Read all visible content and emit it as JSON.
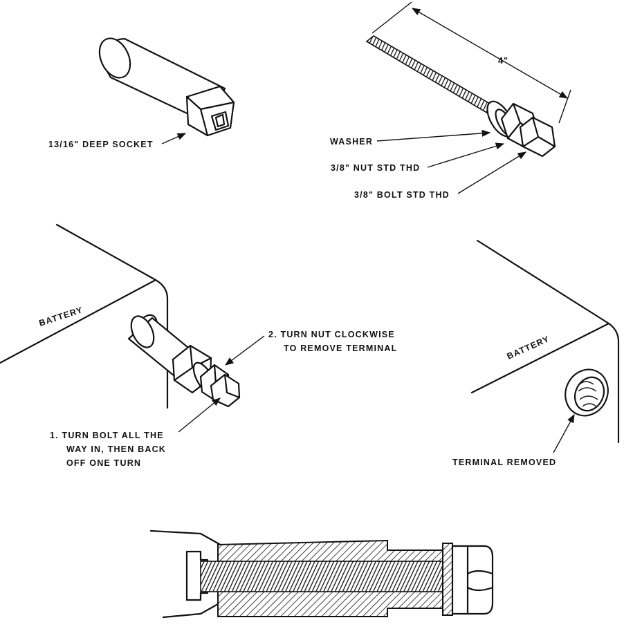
{
  "labels": {
    "socket": "13/16\" DEEP SOCKET",
    "dimension": "4\"",
    "washer": "WASHER",
    "nut": "3/8\" NUT STD THD",
    "bolt": "3/8\" BOLT STD THD",
    "battery_left": "BATTERY",
    "battery_right": "BATTERY",
    "step2_line1": "2.  TURN NUT CLOCKWISE",
    "step2_line2": "TO REMOVE TERMINAL",
    "step1_line1": "1.  TURN BOLT ALL THE",
    "step1_line2": "WAY IN, THEN BACK",
    "step1_line3": "OFF ONE TURN",
    "terminal_removed": "TERMINAL REMOVED"
  },
  "colors": {
    "ink": "#111111",
    "paper": "#ffffff"
  }
}
